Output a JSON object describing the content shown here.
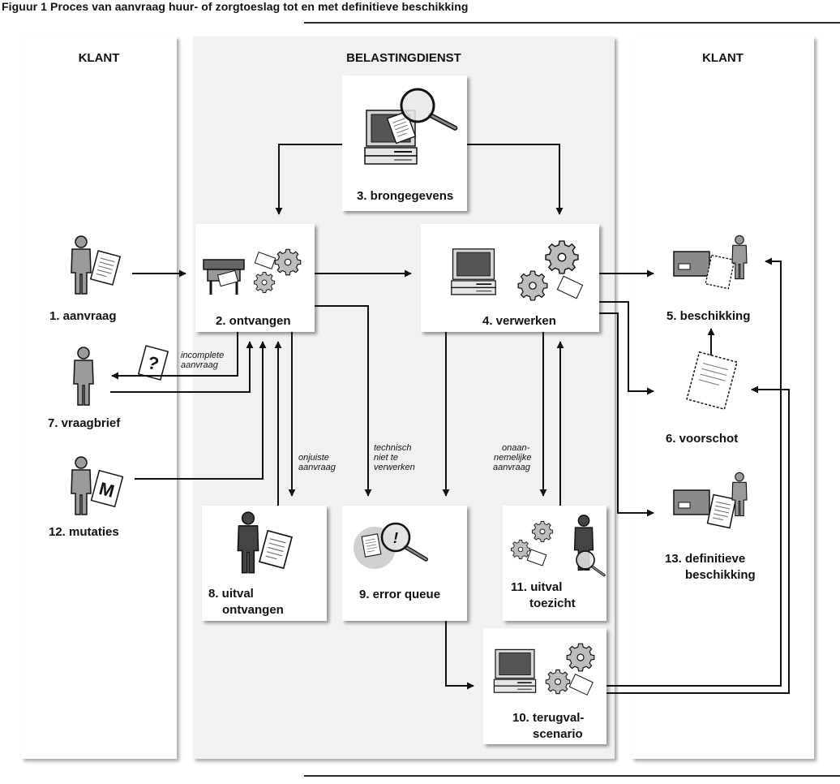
{
  "title": "Figuur 1 Proces van aanvraag huur- of zorgtoeslag tot en met definitieve beschikking",
  "lanes": {
    "left": "KLANT",
    "middle": "BELASTINGDIENST",
    "right": "KLANT"
  },
  "steps": {
    "s1": "1. aanvraag",
    "s2": "2. ontvangen",
    "s3": "3. brongegevens",
    "s4": "4. verwerken",
    "s5": "5. beschikking",
    "s6": "6. voorschot",
    "s7": "7. vraagbrief",
    "s8_line1": "8. uitval",
    "s8_line2": "ontvangen",
    "s9": "9. error queue",
    "s10_line1": "10. terugval-",
    "s10_line2": "scenario",
    "s11_line1": "11. uitval",
    "s11_line2": "toezicht",
    "s12": "12. mutaties",
    "s13_line1": "13. definitieve",
    "s13_line2": "beschikking"
  },
  "annotations": {
    "incomplete_line1": "incomplete",
    "incomplete_line2": "aanvraag",
    "onjuiste_line1": "onjuiste",
    "onjuiste_line2": "aanvraag",
    "technisch_line1": "technisch",
    "technisch_line2": "niet te",
    "technisch_line3": "verwerken",
    "onaan_line1": "onaan-",
    "onaan_line2": "nemelijke",
    "onaan_line3": "aanvraag"
  },
  "glyphs": {
    "question": "?",
    "mutation": "M",
    "error": "!"
  },
  "icons": [
    "person-icon",
    "document-icon",
    "computer-icon",
    "magnifier-icon",
    "gears-icon",
    "mailbox-icon",
    "envelope-icon"
  ]
}
